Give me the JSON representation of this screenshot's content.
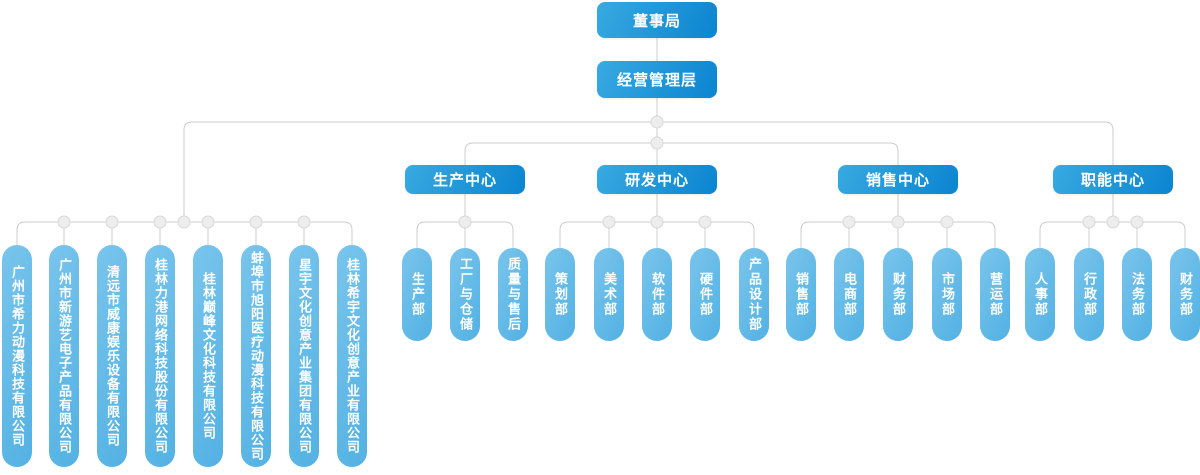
{
  "root": {
    "label": "董事局"
  },
  "management": {
    "label": "经营管理层"
  },
  "companies": [
    "广州市希力动漫科技有限公司",
    "广州市新游艺电子产品有限公司",
    "清远市威康娱乐设备有限公司",
    "桂林力港网络科技股份有限公司",
    "桂林巅峰文化科技有限公司",
    "蚌埠市旭阳医疗动漫科技有限公司",
    "星宇文化创意产业集团有限公司",
    "桂林希宇文化创意产业有限公司"
  ],
  "centers": [
    {
      "label": "生产中心",
      "departments": [
        "生产部",
        "工厂与仓储",
        "质量与售后"
      ]
    },
    {
      "label": "研发中心",
      "departments": [
        "策划部",
        "美术部",
        "软件部",
        "硬件部",
        "产品设计部"
      ]
    },
    {
      "label": "销售中心",
      "departments": [
        "销售部",
        "电商部",
        "财务部",
        "市场部",
        "营运部"
      ]
    },
    {
      "label": "职能中心",
      "departments": [
        "人事部",
        "行政部",
        "法务部",
        "财务部"
      ]
    }
  ],
  "colors": {
    "node_gradient_start": "#38aae1",
    "node_gradient_end": "#0b84d0",
    "pill_gradient_start": "#79c5ec",
    "pill_gradient_end": "#52b1e3",
    "connector_line": "#cccccc",
    "junction_fill": "#ededed",
    "junction_stroke": "#d9d9d9",
    "text": "#ffffff"
  }
}
